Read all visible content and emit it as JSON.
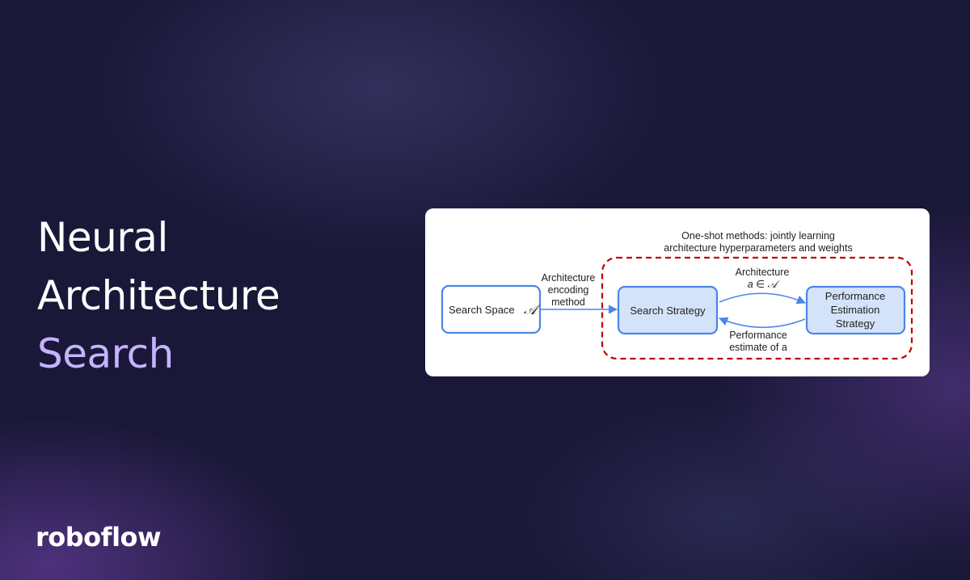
{
  "title": {
    "line1": "Neural",
    "line2": "Architecture",
    "line3": "Search"
  },
  "brand": {
    "name": "roboflow"
  },
  "colors": {
    "background": "#1a1838",
    "title_text": "#ffffff",
    "accent_text": "#c6b3ff",
    "node_border": "#4a86e8",
    "node_fill_highlight": "#d4e3fa",
    "dashed_region": "#c00000"
  },
  "diagram": {
    "region_label_line1": "One-shot methods: jointly learning",
    "region_label_line2": "architecture hyperparameters and weights",
    "nodes": {
      "search_space": {
        "label": "Search Space",
        "symbol": "𝒜"
      },
      "search_strategy": {
        "label": "Search Strategy"
      },
      "performance_estimation": {
        "line1": "Performance",
        "line2": "Estimation",
        "line3": "Strategy"
      }
    },
    "edges": {
      "encoding": {
        "line1": "Architecture",
        "line2": "encoding",
        "line3": "method"
      },
      "architecture": {
        "line1": "Architecture",
        "line2": "a ∈ 𝒜"
      },
      "performance": {
        "line1": "Performance",
        "line2": "estimate of a"
      }
    }
  }
}
